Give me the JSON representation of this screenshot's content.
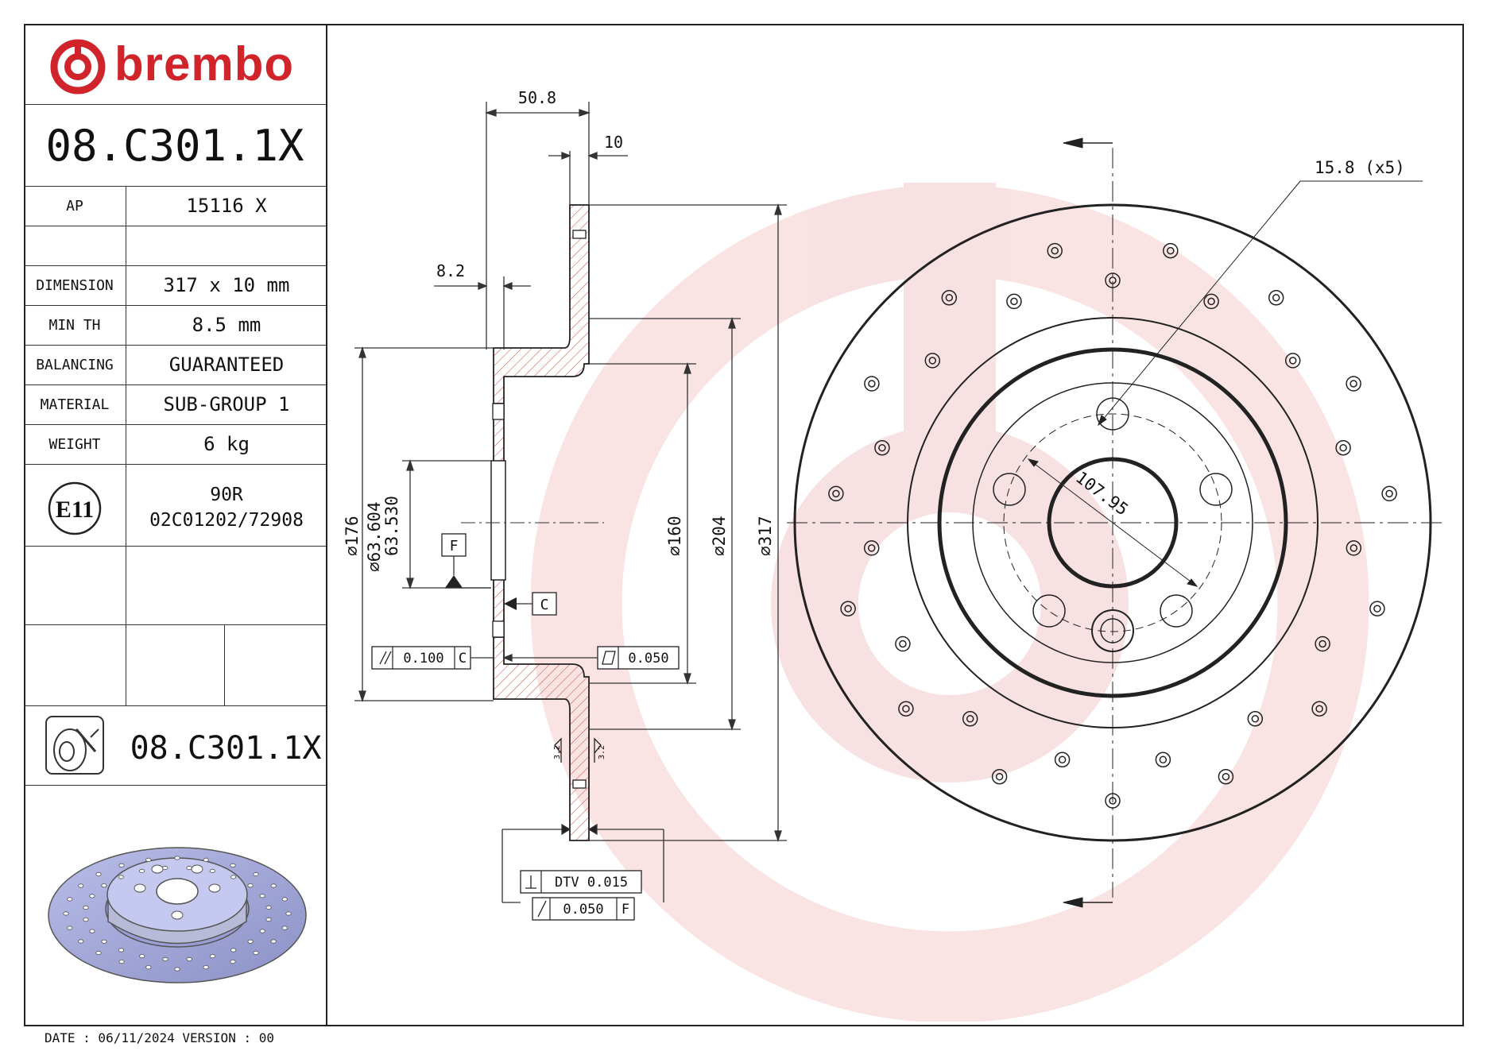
{
  "brand": {
    "name": "brembo",
    "color": "#d1232a",
    "logo_icon": "brembo-logo-icon"
  },
  "part_number": "08.C301.1X",
  "specs": [
    {
      "label": "AP",
      "value": "15116 X"
    },
    {
      "label": "",
      "value": ""
    },
    {
      "label": "DIMENSION",
      "value": "317 x 10 mm"
    },
    {
      "label": "MIN TH",
      "value": "8.5 mm"
    },
    {
      "label": "BALANCING",
      "value": "GUARANTEED"
    },
    {
      "label": "MATERIAL",
      "value": "SUB-GROUP 1"
    },
    {
      "label": "WEIGHT",
      "value": "6 kg"
    }
  ],
  "approval": {
    "mark": "E11",
    "code_line1": "90R",
    "code_line2": "02C01202/72908"
  },
  "product_code_bottom": "08.C301.1X",
  "footer": "DATE : 06/11/2024 VERSION : 00",
  "section_view": {
    "dims": {
      "overall_depth": "50.8",
      "thickness": "10",
      "hat_wall": "8.2",
      "d176": "176",
      "d63_604": "63.604",
      "d63_530": "63.530",
      "d160": "160",
      "d204": "204",
      "d317": "317"
    },
    "datum_f": "F",
    "datum_c": "C",
    "tol_parallel": "0.100",
    "tol_parallel_ref": "C",
    "tol_flatness": "0.050",
    "tol_dtv_label": "DTV 0.015",
    "tol_runout": "0.050",
    "tol_runout_ref": "F",
    "roughness": "3.2"
  },
  "front_view": {
    "hole_dim": "15.8 (x5)",
    "pcd": "107.95"
  }
}
